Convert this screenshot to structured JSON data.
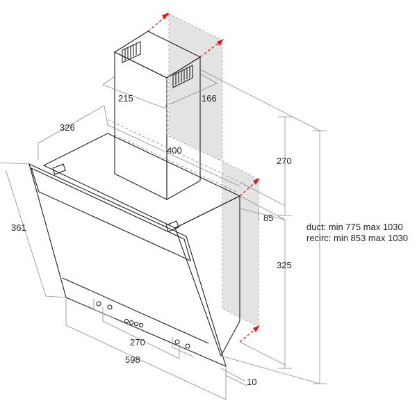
{
  "dimensions": {
    "chimney_width": "215",
    "chimney_depth": "166",
    "hood_depth": "326",
    "top_width": "400",
    "chimney_height": "270",
    "offset_85": "85",
    "hood_height": "325",
    "panel_height": "361",
    "control_width": "270",
    "overall_width": "598",
    "glass_thickness": "10"
  },
  "notes": {
    "duct": "duct: min 775 max 1030",
    "recirc": "recirc: min 853 max 1030"
  },
  "colors": {
    "wall_fill": "#e3e3e3",
    "arrow_red": "#e01b1b",
    "outline": "#1e1e1e",
    "dimension_line": "#8a8a8a"
  }
}
